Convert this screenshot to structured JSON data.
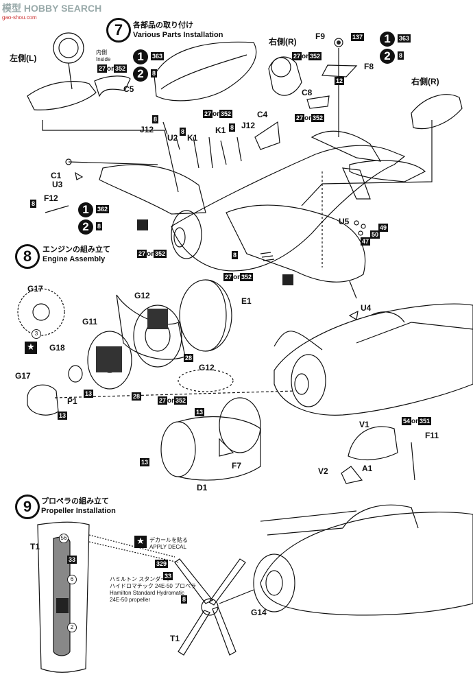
{
  "watermark": {
    "text": "模型 HOBBY SEARCH",
    "sub": "gao-shou.com"
  },
  "step7": {
    "number": "7",
    "title_jp": "各部品の取り付け",
    "title_en": "Various Parts Installation"
  },
  "step8": {
    "number": "8",
    "title_jp": "エンジンの組み立て",
    "title_en": "Engine Assembly"
  },
  "step9": {
    "number": "9",
    "title_jp": "プロペラの組み立て",
    "title_en": "Propeller Installation"
  },
  "labels": {
    "left_side": "左側(L)",
    "right_side_top": "右側(R)",
    "right_side": "右側(R)",
    "inside_jp": "内側",
    "inside_en": "Inside",
    "C5": "C5",
    "C8": "C8",
    "C4": "C4",
    "F9": "F9",
    "F8": "F8",
    "J12a": "J12",
    "J12b": "J12",
    "U2": "U2",
    "K1a": "K1",
    "K1b": "K1",
    "C1": "C1",
    "U3": "U3",
    "F12": "F12",
    "U5": "U5",
    "U4": "U4",
    "G17a": "G17",
    "G17b": "G17",
    "G12a": "G12",
    "G12b": "G12",
    "G11": "G11",
    "E1": "E1",
    "G18": "G18",
    "P1": "P1",
    "F7": "F7",
    "D1": "D1",
    "V1": "V1",
    "V2": "V2",
    "A1": "A1",
    "F11": "F11",
    "T1a": "T1",
    "T1b": "T1",
    "G14": "G14"
  },
  "paint": {
    "c363": "363",
    "c8": "8",
    "c362": "362",
    "c137": "137",
    "c12": "12",
    "c27": "27",
    "or": "or",
    "c352": "352",
    "c28": "28",
    "c13": "13",
    "c49": "49",
    "c50": "50",
    "c47": "47",
    "c54": "54",
    "c351": "351",
    "c329": "329",
    "c33": "33",
    "c56": "56",
    "c6": "6",
    "c2": "2",
    "c3": "3",
    "circ1": "1",
    "circ2": "2"
  },
  "decal": {
    "jp": "デカールを貼る",
    "en": "APPLY DECAL"
  },
  "propeller_note": {
    "jp1": "ハミルトン スタンダード",
    "jp2": "ハイドロマチック 24E-50 プロペラ",
    "en1": "Hamilton Standard Hydromatic",
    "en2": "24E-50 propeller"
  }
}
